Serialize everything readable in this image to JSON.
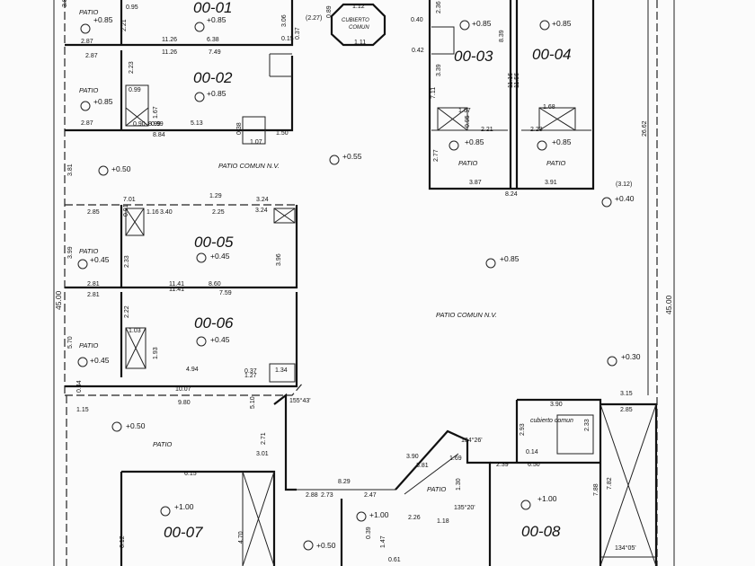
{
  "units": [
    {
      "id": "u01",
      "label": "00-01"
    },
    {
      "id": "u02",
      "label": "00-02"
    },
    {
      "id": "u03",
      "label": "00-03"
    },
    {
      "id": "u04",
      "label": "00-04"
    },
    {
      "id": "u05",
      "label": "00-05"
    },
    {
      "id": "u06",
      "label": "00-06"
    },
    {
      "id": "u07",
      "label": "00-07"
    },
    {
      "id": "u08",
      "label": "00-08"
    }
  ],
  "area_labels": {
    "patio": "PATIO",
    "patio_comun_nv": "PATIO COMUN N.V.",
    "cubierto_comun_1": "CUBIERTO",
    "cubierto_comun_2": "COMUN",
    "cubierto_comun_lower": "cubierto comun",
    "patio_lower": "PATIO",
    "patio_sw": "PATIO"
  },
  "levels": {
    "l085": "+0.85",
    "l050": "+0.50",
    "l055": "+0.55",
    "l040": "+0.40",
    "l045": "+0.45",
    "l030": "+0.30",
    "l100": "+1.00"
  },
  "overall_dims": {
    "left": "45.00",
    "right": "45.00",
    "right_top": "26.62"
  },
  "dims": [
    "3.87",
    "0.95",
    "2.21",
    "3.06",
    "0.15",
    "0.37",
    "2.87",
    "11.26",
    "6.38",
    "2.87",
    "11.26",
    "7.49",
    "2.23",
    "0.99",
    "1.67",
    "0.90",
    "0.99",
    "8.99",
    "5.13",
    "2.87",
    "8.84",
    "0.38",
    "1.07",
    "1.50",
    "3.81",
    "7.01",
    "1.29",
    "3.24",
    "2.85",
    "0.91",
    "1.16",
    "3.40",
    "2.25",
    "3.24",
    "3.99",
    "2.33",
    "2.81",
    "11.41",
    "8.60",
    "3.96",
    "2.81",
    "11.41",
    "7.59",
    "2.22",
    "1.03",
    "1.93",
    "4.94",
    "0.37",
    "1.27",
    "1.34",
    "5.70",
    "10.07",
    "9.80",
    "155°43'",
    "0.44",
    "1.15",
    "(2.27)",
    "1.12",
    "0.89",
    "1.11",
    "0.40",
    "0.42",
    "2.36",
    "3.39",
    "8.39",
    "7.11",
    "1.67",
    "0.95",
    "2.21",
    "11.16",
    "11.56",
    "1.68",
    "2.23",
    "2.77",
    "3.87",
    "8.24",
    "3.91",
    "(3.12)",
    "3.90",
    "3.15",
    "2.85",
    "2.93",
    "0.14",
    "2.33",
    "6.50",
    "2.39",
    "7.88",
    "7.82",
    "134°05'",
    "3.01",
    "6.15",
    "6.12",
    "4.70",
    "2.71",
    "5.10",
    "8.29",
    "2.88",
    "2.73",
    "2.47",
    "3.90",
    "3.81",
    "1.69",
    "134°26'",
    "135°20'",
    "1.30",
    "2.26",
    "1.18",
    "1.47",
    "0.61",
    "0.39"
  ]
}
